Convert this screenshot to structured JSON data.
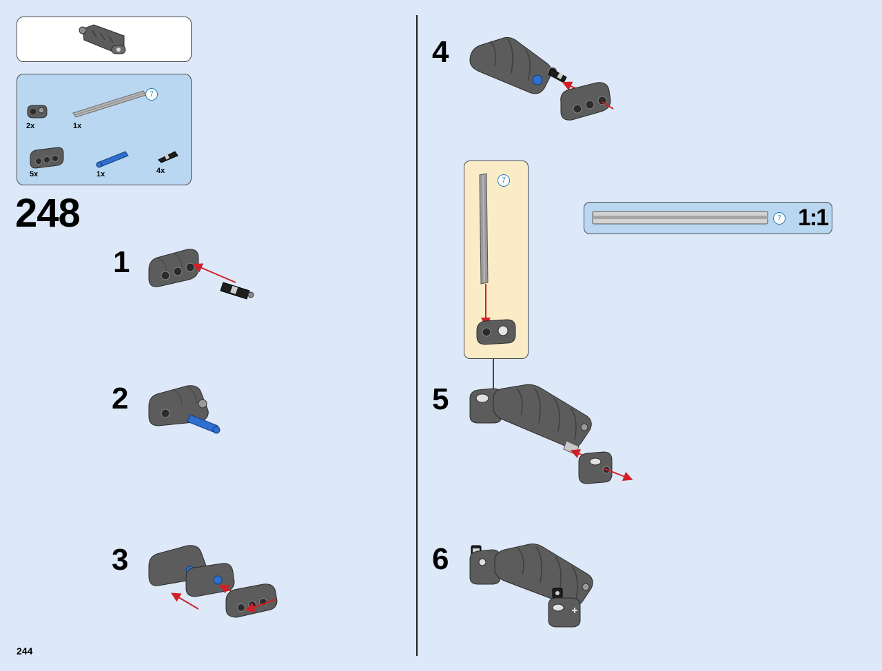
{
  "page": {
    "number": "244"
  },
  "step": {
    "number": "248",
    "result_preview": "assembled-subassembly-preview",
    "parts_list": [
      {
        "part": "dark-grey-angled-beam-with-pin-hole",
        "qty": "2x",
        "length_badge": ""
      },
      {
        "part": "light-grey-axle",
        "qty": "1x",
        "length_badge": "7"
      },
      {
        "part": "dark-grey-3-hole-beam",
        "qty": "5x",
        "length_badge": ""
      },
      {
        "part": "blue-long-axle-pin",
        "qty": "1x",
        "length_badge": ""
      },
      {
        "part": "black-friction-pin",
        "qty": "4x",
        "length_badge": ""
      }
    ]
  },
  "substeps": {
    "s1": "1",
    "s2": "2",
    "s3": "3",
    "s4": "4",
    "s5": "5",
    "s6": "6"
  },
  "subassembly_box": {
    "length_badge": "7"
  },
  "scale_reference": {
    "length_badge": "7",
    "label": "1:1"
  },
  "colors": {
    "background": "#dde8f8",
    "parts_box": "#b9d7f0",
    "subassembly_box": "#fbecc8",
    "beam": "#5c5c5c",
    "arrow": "#d21f26",
    "blue_pin": "#2f6fd0"
  }
}
